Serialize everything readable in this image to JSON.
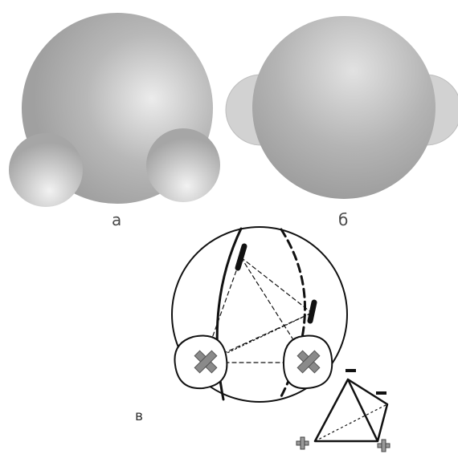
{
  "figure": {
    "panels": [
      {
        "id": "a",
        "label": "а"
      },
      {
        "id": "b",
        "label": "б"
      },
      {
        "id": "v",
        "label": "в"
      }
    ],
    "colors": {
      "molecule_gray": "#a3a3a3",
      "highlight": "#ececec",
      "outline": "#111111",
      "cross_fill": "#8a8a8a"
    },
    "charges": [
      "–",
      "–",
      "+",
      "+"
    ]
  }
}
